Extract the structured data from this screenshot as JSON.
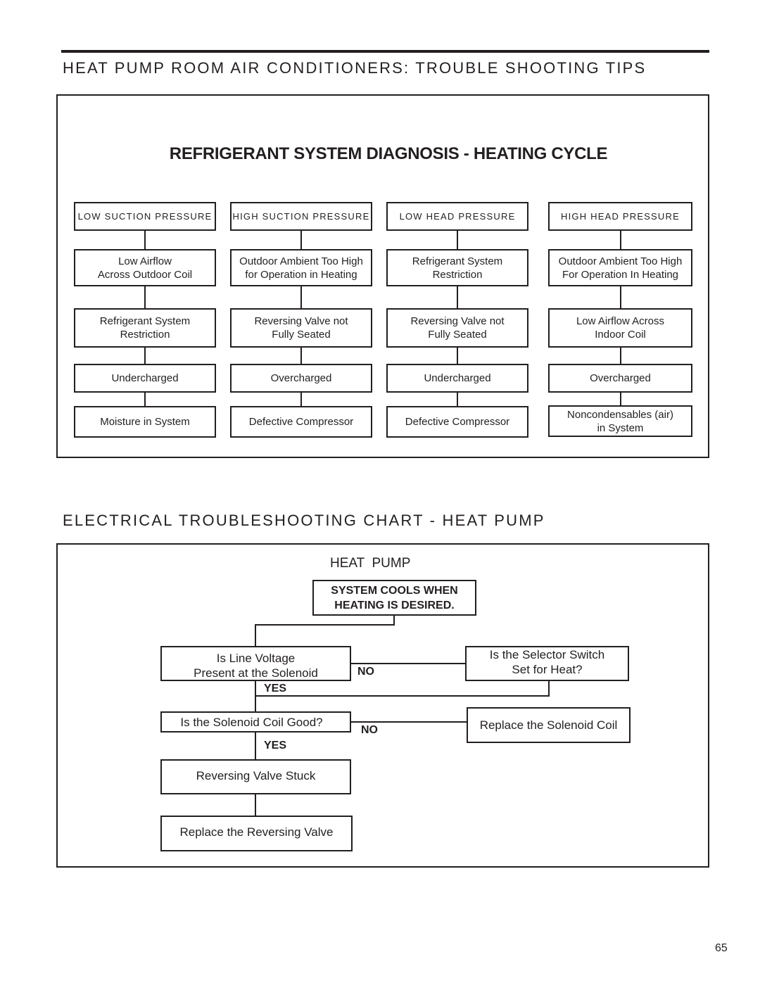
{
  "page": {
    "section1_heading": "HEAT PUMP ROOM AIR CONDITIONERS: TROUBLE SHOOTING TIPS",
    "section2_heading": "ELECTRICAL TROUBLESHOOTING CHART - HEAT PUMP",
    "page_number": "65"
  },
  "diagnosis": {
    "title": "REFRIGERANT SYSTEM DIAGNOSIS - HEATING CYCLE",
    "columns": [
      {
        "header": "LOW SUCTION PRESSURE",
        "items": [
          "Low Airflow\nAcross Outdoor Coil",
          "Refrigerant System\nRestriction",
          "Undercharged",
          "Moisture in System"
        ]
      },
      {
        "header": "HIGH SUCTION PRESSURE",
        "items": [
          "Outdoor Ambient Too High\nfor Operation in Heating",
          "Reversing Valve not\nFully Seated",
          "Overcharged",
          "Defective Compressor"
        ]
      },
      {
        "header": "LOW HEAD PRESSURE",
        "items": [
          "Refrigerant System\nRestriction",
          "Reversing Valve not\nFully Seated",
          "Undercharged",
          "Defective Compressor"
        ]
      },
      {
        "header": "HIGH HEAD PRESSURE",
        "items": [
          "Outdoor Ambient Too High\nFor Operation In Heating",
          "Low Airflow Across\nIndoor Coil",
          "Overcharged",
          "Noncondensables (air)\nin System"
        ]
      }
    ]
  },
  "flowchart": {
    "title": "HEAT  PUMP",
    "start": "SYSTEM COOLS WHEN\nHEATING IS DESIRED.",
    "line_voltage_question": "Is Line Voltage\nPresent at the Solenoid",
    "selector_question": "Is the Selector Switch\nSet for Heat?",
    "solenoid_question": "Is the Solenoid Coil Good?",
    "replace_solenoid": "Replace the Solenoid Coil",
    "reversing_stuck": "Reversing Valve Stuck",
    "replace_reversing": "Replace the Reversing Valve",
    "no_label": "NO",
    "yes_label": "YES"
  }
}
